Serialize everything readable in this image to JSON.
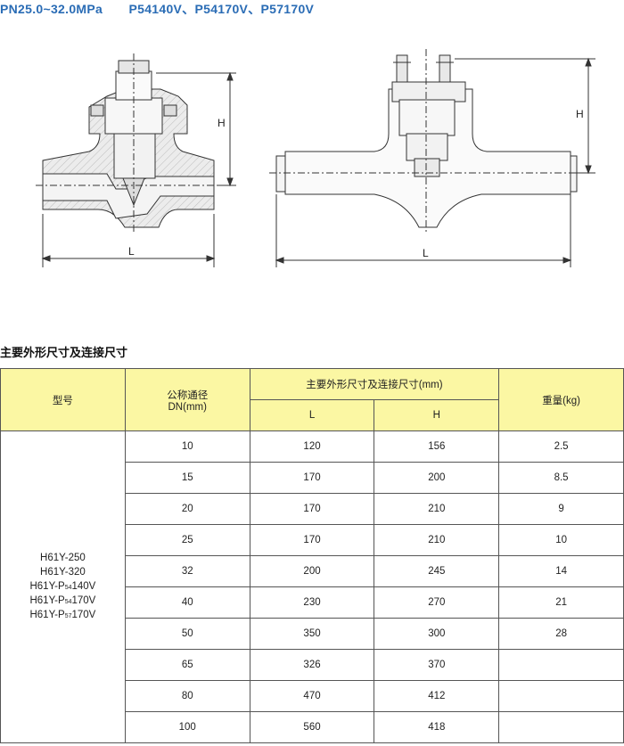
{
  "header": {
    "pressure": "PN25.0~32.0MPa",
    "models": "P54140V、P54170V、P57170V"
  },
  "drawing": {
    "label_h": "H",
    "label_l": "L"
  },
  "section_title": "主要外形尺寸及连接尺寸",
  "table": {
    "col_model": "型号",
    "col_dn_line1": "公称通径",
    "col_dn_line2": "DN(mm)",
    "col_dims": "主要外形尺寸及连接尺寸(mm)",
    "col_l": "L",
    "col_h": "H",
    "col_weight": "重量(kg)",
    "models": [
      {
        "pre": "H61Y-250",
        "sub": "",
        "post": ""
      },
      {
        "pre": "H61Y-320",
        "sub": "",
        "post": ""
      },
      {
        "pre": "H61Y-P",
        "sub": "54",
        "post": "140V"
      },
      {
        "pre": "H61Y-P",
        "sub": "54",
        "post": "170V"
      },
      {
        "pre": "H61Y-P",
        "sub": "57",
        "post": "170V"
      }
    ],
    "rows": [
      {
        "dn": "10",
        "l": "120",
        "h": "156",
        "w": "2.5"
      },
      {
        "dn": "15",
        "l": "170",
        "h": "200",
        "w": "8.5"
      },
      {
        "dn": "20",
        "l": "170",
        "h": "210",
        "w": "9"
      },
      {
        "dn": "25",
        "l": "170",
        "h": "210",
        "w": "10"
      },
      {
        "dn": "32",
        "l": "200",
        "h": "245",
        "w": "14"
      },
      {
        "dn": "40",
        "l": "230",
        "h": "270",
        "w": "21"
      },
      {
        "dn": "50",
        "l": "350",
        "h": "300",
        "w": "28"
      },
      {
        "dn": "65",
        "l": "326",
        "h": "370",
        "w": ""
      },
      {
        "dn": "80",
        "l": "470",
        "h": "412",
        "w": ""
      },
      {
        "dn": "100",
        "l": "560",
        "h": "418",
        "w": ""
      }
    ]
  }
}
